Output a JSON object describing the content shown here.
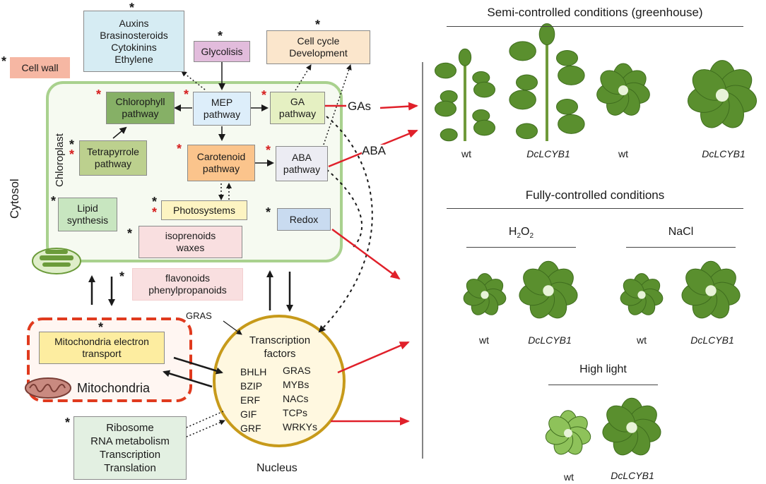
{
  "left": {
    "cytosol_label": "Cytosol",
    "chloroplast_label": "Chloroplast",
    "mitochondria_label": "Mitochondria",
    "nucleus_label": "Nucleus",
    "cell_wall": "Cell wall",
    "hormones": "Auxins\nBrasinosteroids\nCytokinins\nEthylene",
    "glycolisis": "Glycolisis",
    "cell_cycle": "Cell cycle\nDevelopment",
    "chlorophyll": "Chlorophyll\npathway",
    "mep": "MEP\npathway",
    "ga": "GA\npathway",
    "tetrapyrrole": "Tetrapyrrole\npathway",
    "carotenoid": "Carotenoid\npathway",
    "aba": "ABA\npathway",
    "photosystems": "Photosystems",
    "lipid": "Lipid\nsynthesis",
    "redox": "Redox",
    "isoprenoids": "isoprenoids\nwaxes",
    "flavonoids": "flavonoids\nphenylpropanoids",
    "mito_transport": "Mitochondria electron\ntransport",
    "gras_label": "GRAS",
    "tf_title": "Transcription\nfactors",
    "tf_col1": "BHLH\nBZIP\nERF\nGIF\nGRF",
    "tf_col2": "GRAS\nMYBs\nNACs\nTCPs\nWRKYs",
    "ribosome": "Ribosome\nRNA metabolism\nTranscription\nTranslation",
    "gas_label": "GAs",
    "aba_label": "ABA",
    "asterisk": "*"
  },
  "right": {
    "semi_title": "Semi-controlled conditions (greenhouse)",
    "fully_title": "Fully-controlled conditions",
    "h2o2_title": "H",
    "h2o2_sub1": "2",
    "h2o2_mid": "O",
    "h2o2_sub2": "2",
    "nacl_title": "NaCl",
    "highlight_title": "High light",
    "wt": "wt",
    "dc": "DcLCYB1"
  },
  "colors": {
    "chloroplast_border": "#a9d18e",
    "chloroplast_fill": "#f6faf1",
    "mito_border": "#e03a1e",
    "nucleus_border": "#c79a1a",
    "nucleus_fill": "#fff8e0",
    "arrow_red": "#e0202a",
    "leaf_dark": "#5a8f2e",
    "leaf_light": "#8ec25a"
  }
}
